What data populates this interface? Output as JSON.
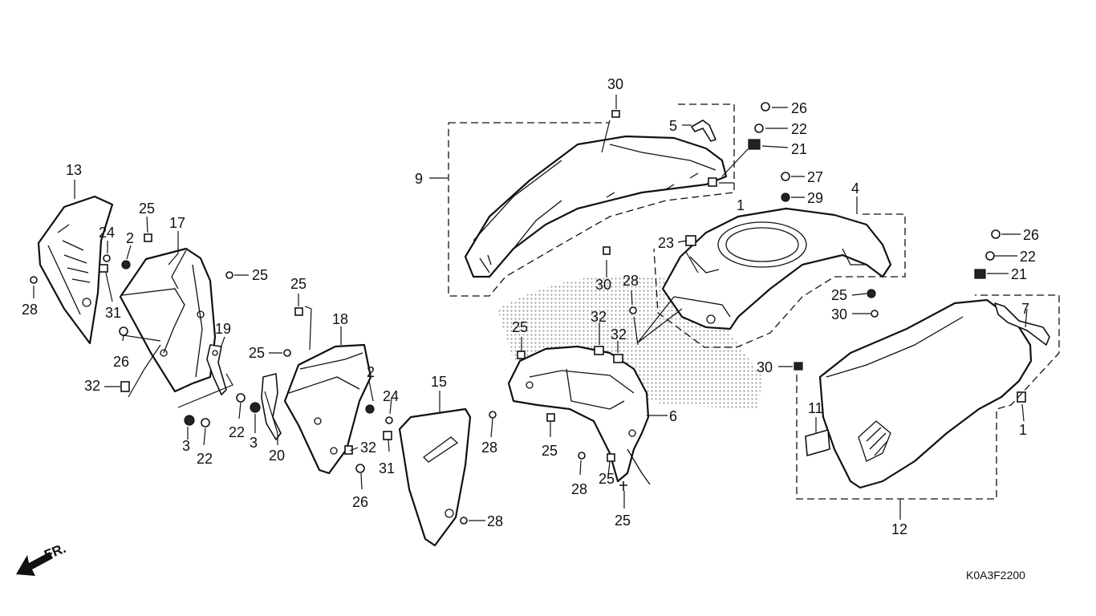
{
  "diagram_code": "K0A3F2200",
  "direction_label": "FR.",
  "callouts": {
    "c13": "13",
    "c28_left": "28",
    "c24_left": "24",
    "c2_left": "2",
    "c25_a": "25",
    "c17": "17",
    "c31_left": "31",
    "c25_b": "25",
    "c26_left": "26",
    "c19": "19",
    "c32_left": "32",
    "c3_left": "3",
    "c22_left": "22",
    "c25_c": "25",
    "c18": "18",
    "c25_d": "25",
    "c22_mid": "22",
    "c3_mid": "3",
    "c20": "20",
    "c2_mid": "2",
    "c24_mid": "24",
    "c32_mid": "32",
    "c31_mid": "31",
    "c26_mid": "26",
    "c15": "15",
    "c28_bottom": "28",
    "c30_top": "30",
    "c5": "5",
    "c26_top": "26",
    "c22_top": "22",
    "c21_top": "21",
    "c9": "9",
    "c27": "27",
    "c29": "29",
    "c1_top": "1",
    "c4": "4",
    "c23": "23",
    "c30_mid": "30",
    "c28_mid": "28",
    "c25_e": "25",
    "c32_c1": "32",
    "c32_c2": "32",
    "c25_right": "25",
    "c30_right": "30",
    "c28_c": "28",
    "c25_f": "25",
    "c6": "6",
    "c28_d": "28",
    "c25_g": "25",
    "c25_h": "25",
    "c26_right": "26",
    "c22_right": "22",
    "c21_right": "21",
    "c7": "7",
    "c30_r2": "30",
    "c11": "11",
    "c1_right": "1",
    "c12": "12"
  }
}
